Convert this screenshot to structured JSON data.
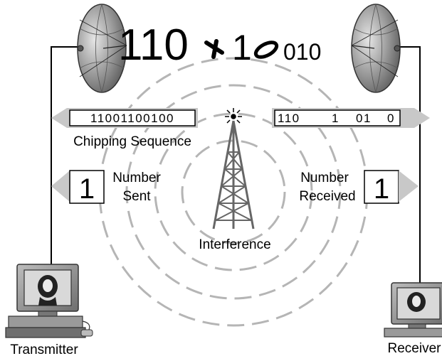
{
  "binary_stream": {
    "part1": "110",
    "part2": "1",
    "part3": "010"
  },
  "left_sequence": "11001100100",
  "right_sequence": {
    "a": "110",
    "b": "1",
    "c": "01",
    "d": "0"
  },
  "chipping_label": "Chipping Sequence",
  "number_sent": {
    "value": "1",
    "line1": "Number",
    "line2": "Sent"
  },
  "number_received": {
    "value": "1",
    "line1": "Number",
    "line2": "Received"
  },
  "interference_label": "Interference",
  "transmitter_label": "Transmitter",
  "receiver_label": "Receiver",
  "colors": {
    "dish": "#777777",
    "arrow_gray": "#c8c8c8",
    "rings": "#b5b5b5",
    "tower": "#666666",
    "computer": "#8a8a8a",
    "line": "#000000"
  }
}
